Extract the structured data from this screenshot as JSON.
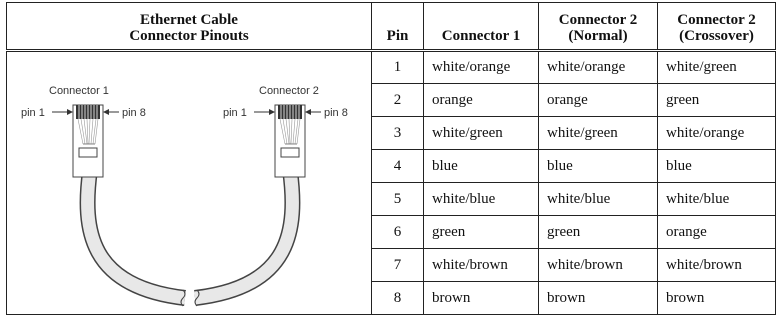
{
  "diagram": {
    "title_line1": "Ethernet Cable",
    "title_line2": "Connector Pinouts",
    "connector1_label": "Connector 1",
    "connector2_label": "Connector 2",
    "pin1_label": "pin 1",
    "pin8_label": "pin 8"
  },
  "table": {
    "headers": {
      "pin": "Pin",
      "c1": "Connector 1",
      "c2n_line1": "Connector 2",
      "c2n_line2": "(Normal)",
      "c2x_line1": "Connector 2",
      "c2x_line2": "(Crossover)"
    },
    "rows": [
      {
        "pin": "1",
        "c1": "white/orange",
        "c2n": "white/orange",
        "c2x": "white/green"
      },
      {
        "pin": "2",
        "c1": "orange",
        "c2n": "orange",
        "c2x": "green"
      },
      {
        "pin": "3",
        "c1": "white/green",
        "c2n": "white/green",
        "c2x": "white/orange"
      },
      {
        "pin": "4",
        "c1": "blue",
        "c2n": "blue",
        "c2x": "blue"
      },
      {
        "pin": "5",
        "c1": "white/blue",
        "c2n": "white/blue",
        "c2x": "white/blue"
      },
      {
        "pin": "6",
        "c1": "green",
        "c2n": "green",
        "c2x": "orange"
      },
      {
        "pin": "7",
        "c1": "white/brown",
        "c2n": "white/brown",
        "c2x": "white/brown"
      },
      {
        "pin": "8",
        "c1": "brown",
        "c2n": "brown",
        "c2x": "brown"
      }
    ]
  }
}
